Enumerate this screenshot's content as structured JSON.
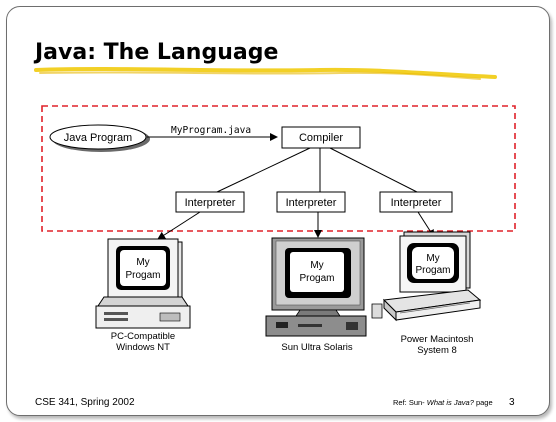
{
  "title": "Java: The Language",
  "diagram": {
    "source": "Java Program",
    "file_label": "MyProgram.java",
    "compiler": "Compiler",
    "interpreters": [
      "Interpreter",
      "Interpreter",
      "Interpreter"
    ],
    "screens": [
      [
        "My",
        "Progam"
      ],
      [
        "My",
        "Progam"
      ],
      [
        "My",
        "Progam"
      ]
    ],
    "machines": [
      [
        "PC-Compatible",
        "Windows NT"
      ],
      [
        "Sun Ultra Solaris"
      ],
      [
        "Power Macintosh",
        "System 8"
      ]
    ]
  },
  "footer": {
    "course": "CSE 341, Spring 2002",
    "ref_prefix": "Ref: Sun- ",
    "ref_title": "What is Java?",
    "ref_suffix": " page",
    "page_number": "3"
  },
  "colors": {
    "dashed_border": "#e0222a",
    "highlight": "#f0c800"
  }
}
